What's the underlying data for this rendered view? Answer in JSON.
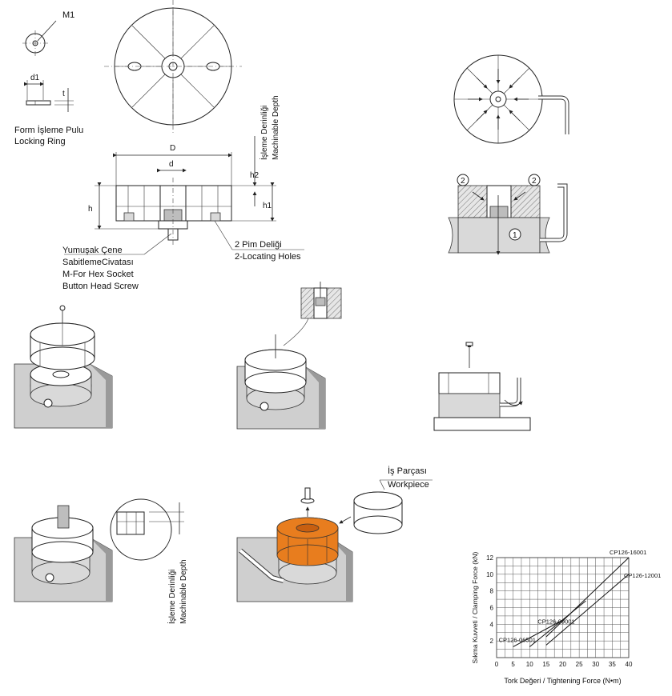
{
  "labels": {
    "m1": "M1",
    "d1": "d1",
    "t": "t",
    "locking_ring_tr": "Form İşleme Pulu",
    "locking_ring_en": "Locking Ring",
    "D": "D",
    "d": "d",
    "h": "h",
    "h1": "h1",
    "h2": "h2",
    "machinable_depth_tr": "İşleme Derinliği",
    "machinable_depth_en": "Machinable Depth",
    "screw_tr_1": "Yumuşak Çene",
    "screw_tr_2": "SabitlemeCivatası",
    "screw_en_1": "M-For Hex Socket",
    "screw_en_2": "Button Head Screw",
    "pin_tr": "2 Pim Deliği",
    "pin_en": "2-Locating Holes",
    "arrow_2a": "2",
    "arrow_2b": "2",
    "arrow_1": "1",
    "depth2_tr": "İşleme Derinliği",
    "depth2_en": "Machinable Depth",
    "workpiece_tr": "İş Parçası",
    "workpiece_en": "Workpiece"
  },
  "colors": {
    "accent_orange": "#e87d1e",
    "body_gray": "#d9d9d9"
  },
  "chart_data": {
    "type": "line",
    "xlabel": "Tork Değeri / Tightening Force (N•m)",
    "ylabel": "Sıkma Kuvveti / Clamping Force (kN)",
    "xlim": [
      0,
      40
    ],
    "ylim": [
      0,
      12
    ],
    "x_ticks": [
      "0",
      "5",
      "10",
      "15",
      "20",
      "25",
      "30",
      "35",
      "40"
    ],
    "y_ticks": [
      "2",
      "4",
      "6",
      "8",
      "10",
      "12"
    ],
    "grid": true,
    "series": [
      {
        "name": "CP126-06501",
        "x": [
          5,
          20
        ],
        "y": [
          1.3,
          4.5
        ]
      },
      {
        "name": "CP126-09001",
        "x": [
          10,
          27
        ],
        "y": [
          1.3,
          6.8
        ]
      },
      {
        "name": "CP126-12001",
        "x": [
          15,
          40
        ],
        "y": [
          1.5,
          10.0
        ]
      },
      {
        "name": "CP126-16001",
        "x": [
          15,
          40
        ],
        "y": [
          2.5,
          12.0
        ]
      }
    ]
  }
}
